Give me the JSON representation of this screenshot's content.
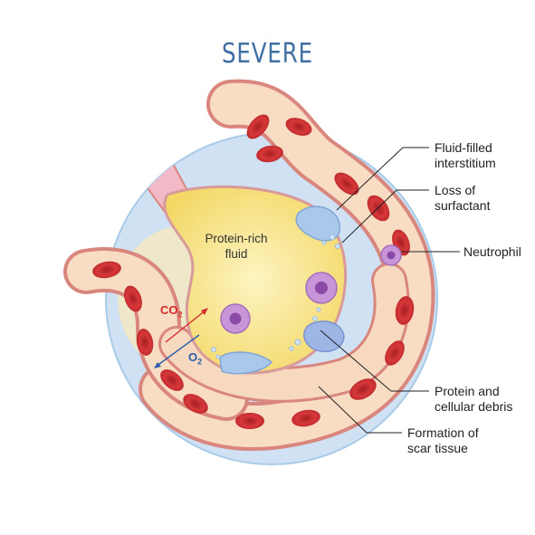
{
  "title": "SEVERE",
  "inner_label": {
    "line1": "Protein-rich",
    "line2": "fluid"
  },
  "gases": {
    "co2_main": "CO",
    "co2_sub": "2",
    "o2_main": "O",
    "o2_sub": "2"
  },
  "callouts": [
    {
      "line1": "Fluid-filled",
      "line2": "interstitium"
    },
    {
      "line1": "Loss of",
      "line2": "surfactant"
    },
    {
      "line1": "Neutrophil",
      "line2": ""
    },
    {
      "line1": "Protein and",
      "line2": "cellular debris"
    },
    {
      "line1": "Formation of",
      "line2": "scar tissue"
    }
  ],
  "colors": {
    "title": "#3f6fa3",
    "circle_bg": "#cfe1f3",
    "circle_border": "#9ec3e4",
    "wall": "#f6d9bf",
    "wall_edge": "#d9877e",
    "fluid": "#f7e38a",
    "rbc": "#c8302f",
    "macrophage": "#9fc2e8",
    "neutrophil": "#c896d8",
    "co2": "#d42b2b",
    "o2": "#2b5ea8"
  }
}
